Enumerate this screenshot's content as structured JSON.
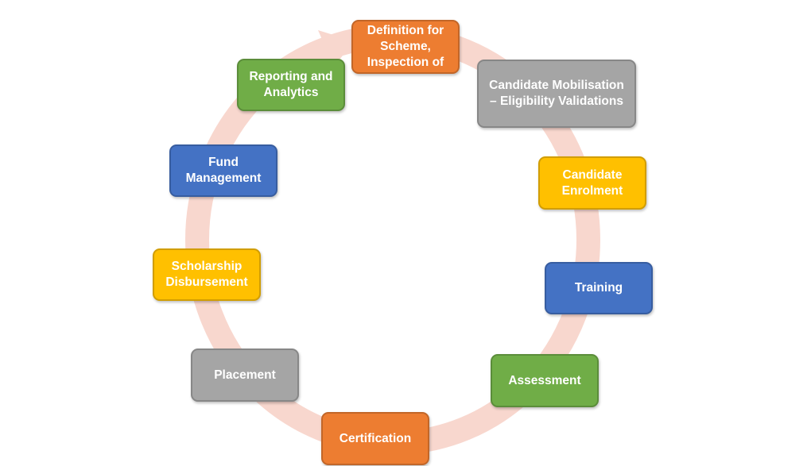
{
  "colors": {
    "orange": "#ed7d31",
    "gray": "#a5a5a5",
    "gold": "#ffc000",
    "blue": "#4472c4",
    "green": "#70ad47",
    "ring": "#f8d7ce"
  },
  "steps": [
    {
      "label": "Definition for\nScheme,\nInspection of",
      "color": "orange"
    },
    {
      "label": "Candidate Mobilisation\n– Eligibility Validations",
      "color": "gray"
    },
    {
      "label": "Candidate\nEnrolment",
      "color": "gold"
    },
    {
      "label": "Training",
      "color": "blue"
    },
    {
      "label": "Assessment",
      "color": "green"
    },
    {
      "label": "Certification",
      "color": "orange"
    },
    {
      "label": "Placement",
      "color": "gray"
    },
    {
      "label": "Scholarship\nDisbursement",
      "color": "gold"
    },
    {
      "label": "Fund\nManagement",
      "color": "blue"
    },
    {
      "label": "Reporting and\nAnalytics",
      "color": "green"
    }
  ]
}
